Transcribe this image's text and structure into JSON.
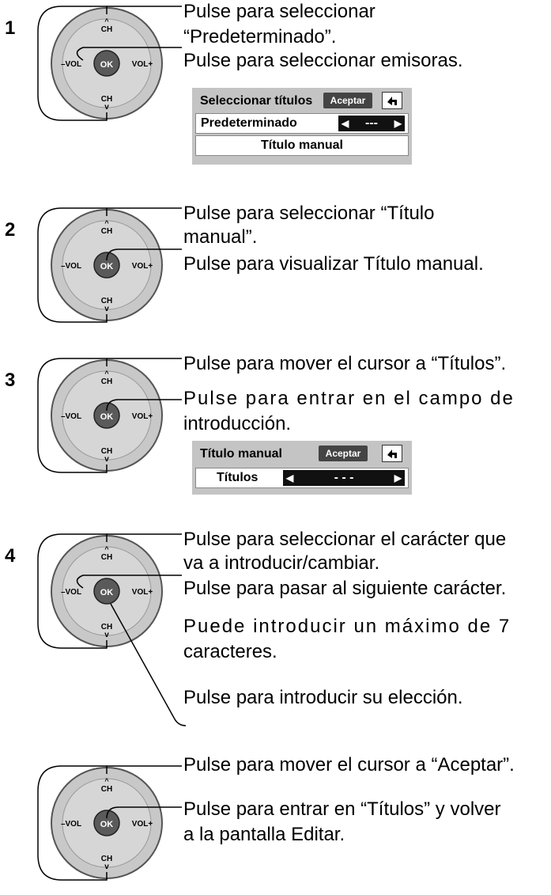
{
  "steps": [
    {
      "number": "1",
      "lines": [
        "Pulse para seleccionar",
        "“Predeterminado”.",
        "Pulse para seleccionar emisoras."
      ],
      "osd": {
        "header": "Seleccionar títulos",
        "accept": "Aceptar",
        "row1_label": "Predeterminado",
        "row1_value": "---",
        "row2_label": "Título manual"
      }
    },
    {
      "number": "2",
      "lines": [
        "Pulse para seleccionar “Título",
        "manual”.",
        "Pulse para visualizar Título manual."
      ]
    },
    {
      "number": "3",
      "lines": [
        "Pulse para mover el cursor a “Títulos”.",
        "Pulse para entrar en el campo de",
        "introducción."
      ],
      "osd": {
        "header": "Título manual",
        "accept": "Aceptar",
        "row1_label": "Títulos",
        "row1_value": "- - -"
      }
    },
    {
      "number": "4",
      "lines": [
        "Pulse para seleccionar el carácter que",
        "va a introducir/cambiar.",
        "Pulse para pasar al siguiente carácter.",
        "Puede introducir un máximo de 7",
        "caracteres.",
        "Pulse para introducir su elección."
      ]
    },
    {
      "number": "",
      "lines": [
        "Pulse para mover el cursor a “Aceptar”.",
        "Pulse para entrar en “Títulos” y volver",
        "a la pantalla Editar."
      ]
    }
  ],
  "remote_labels": {
    "ch": "CH",
    "vol_minus": "–VOL",
    "vol_plus": "VOL+",
    "ok": "OK"
  },
  "colors": {
    "remote_ring": "#c8c8c8",
    "ok_button": "#5a5a5a",
    "osd_bg": "#c4c4c4",
    "accept_bg": "#444444"
  }
}
